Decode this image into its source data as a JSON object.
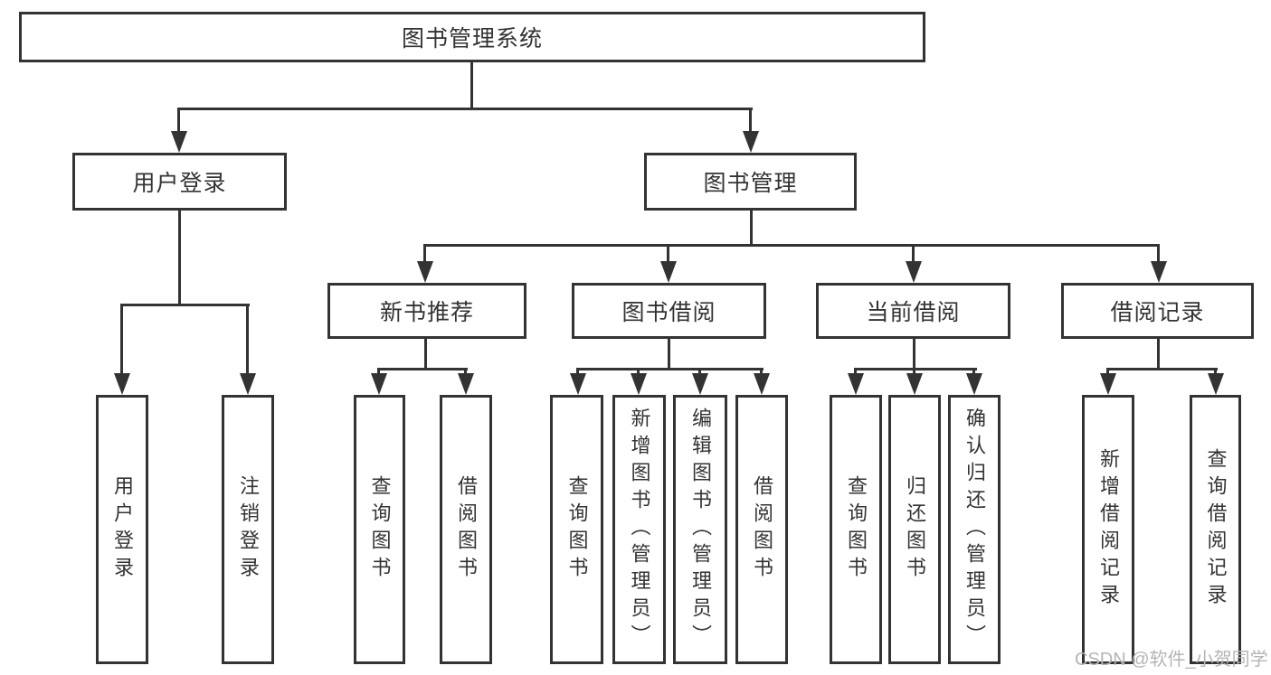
{
  "tree": {
    "root": {
      "label": "图书管理系统"
    },
    "branches": [
      {
        "label": "用户登录",
        "children": [
          {
            "label": "用户登录"
          },
          {
            "label": "注销登录"
          }
        ]
      },
      {
        "label": "图书管理",
        "children": [
          {
            "label": "新书推荐",
            "children": [
              {
                "label": "查询图书"
              },
              {
                "label": "借阅图书"
              }
            ]
          },
          {
            "label": "图书借阅",
            "children": [
              {
                "label": "查询图书"
              },
              {
                "label": "新增图书（管理员）"
              },
              {
                "label": "编辑图书（管理员）"
              },
              {
                "label": "借阅图书"
              }
            ]
          },
          {
            "label": "当前借阅",
            "children": [
              {
                "label": "查询图书"
              },
              {
                "label": "归还图书"
              },
              {
                "label": "确认归还（管理员）"
              }
            ]
          },
          {
            "label": "借阅记录",
            "children": [
              {
                "label": "新增借阅记录"
              },
              {
                "label": "查询借阅记录"
              }
            ]
          }
        ]
      }
    ]
  },
  "watermark": {
    "text": "CSDN @软件_小贺同学"
  },
  "colors": {
    "line": "#333333",
    "text": "#333333",
    "box_fill": "#ffffff",
    "background": "#ffffff",
    "watermark": "#b5b5b5"
  }
}
